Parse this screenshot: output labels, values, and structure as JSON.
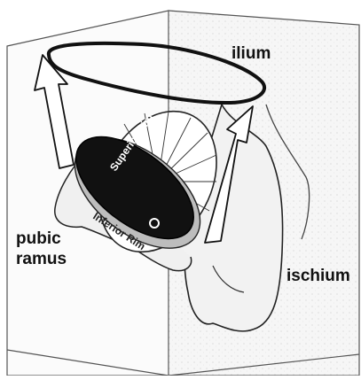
{
  "labels": {
    "ilium": "ilium",
    "pubic_line1": "pubic",
    "pubic_line2": "ramus",
    "ischium": "ischium",
    "superior_rim": "Superior Rim",
    "inferior_rim": "Inferior Rim"
  },
  "colors": {
    "outline": "#1a1a1a",
    "bone_fill": "#f3f3f3",
    "box_fill": "#f7f7f7",
    "rim_black": "#111111",
    "arrow_fill": "#ffffff",
    "inferior_band": "#bdbdbd"
  }
}
